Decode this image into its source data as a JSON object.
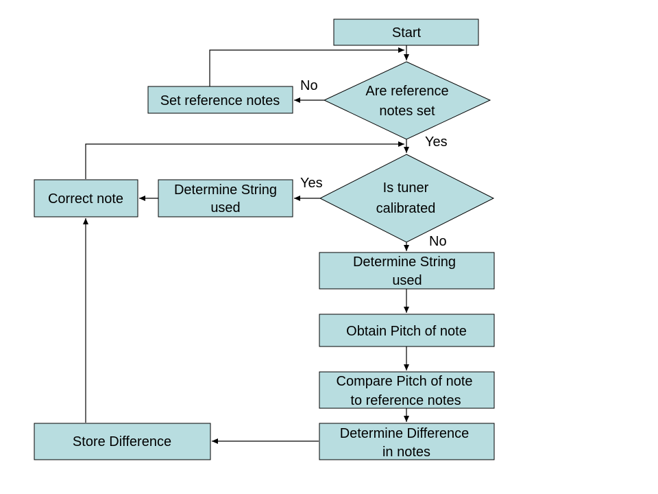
{
  "colors": {
    "node_fill": "#b8dde0",
    "stroke": "#000000",
    "background": "#ffffff"
  },
  "nodes": {
    "start": {
      "lines": [
        "Start"
      ]
    },
    "ref_set": {
      "lines": [
        "Are reference",
        "notes set"
      ]
    },
    "set_ref": {
      "lines": [
        "Set reference notes"
      ]
    },
    "tuner_cal": {
      "lines": [
        "Is tuner",
        "calibrated"
      ]
    },
    "det_string_left": {
      "lines": [
        "Determine String",
        "used"
      ]
    },
    "correct_note": {
      "lines": [
        "Correct note"
      ]
    },
    "det_string_mid": {
      "lines": [
        "Determine String",
        "used"
      ]
    },
    "obtain_pitch": {
      "lines": [
        "Obtain Pitch of note"
      ]
    },
    "compare_pitch": {
      "lines": [
        "Compare Pitch of note",
        "to reference notes"
      ]
    },
    "det_diff": {
      "lines": [
        "Determine Difference",
        "in notes"
      ]
    },
    "store_diff": {
      "lines": [
        "Store Difference"
      ]
    }
  },
  "edge_labels": {
    "ref_no": "No",
    "ref_yes": "Yes",
    "tuner_yes": "Yes",
    "tuner_no": "No"
  }
}
